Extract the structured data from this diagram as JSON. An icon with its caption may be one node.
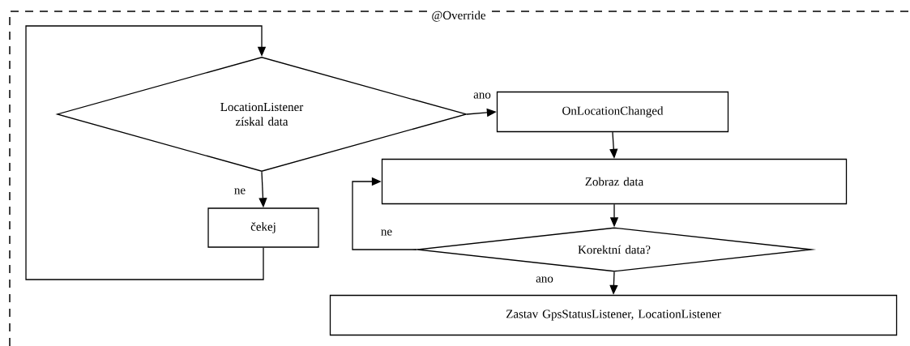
{
  "diagram": {
    "nodes": [
      {
        "text": [
          "LocationListener získal data"
        ]
      },
      {
        "text": [
          "OnLocationChanged"
        ]
      },
      {
        "text": [
          "Zobraz data"
        ]
      },
      {
        "text": [
          "čekej"
        ]
      },
      {
        "text": [
          "Korektní data?"
        ]
      },
      {
        "text": [
          "Zastav GpsStatusListener, LocationListener"
        ]
      }
    ],
    "edges": [
      {
        "from": 0,
        "to": 1,
        "arrow": "to",
        "label": "ano"
      },
      {
        "from": 1,
        "to": 2,
        "arrow": "to"
      },
      {
        "from": 0,
        "to": 3,
        "arrow": "to",
        "label": "ne"
      },
      {
        "from": 3,
        "to": 0,
        "arrow": "to"
      },
      {
        "from": 2,
        "to": 4,
        "arrow": "to"
      },
      {
        "from": 4,
        "to": 2,
        "arrow": "to",
        "label": "ne"
      },
      {
        "from": 4,
        "to": 5,
        "arrow": "to",
        "label": "ano"
      }
    ],
    "labels": [
      "@Override"
    ]
  }
}
